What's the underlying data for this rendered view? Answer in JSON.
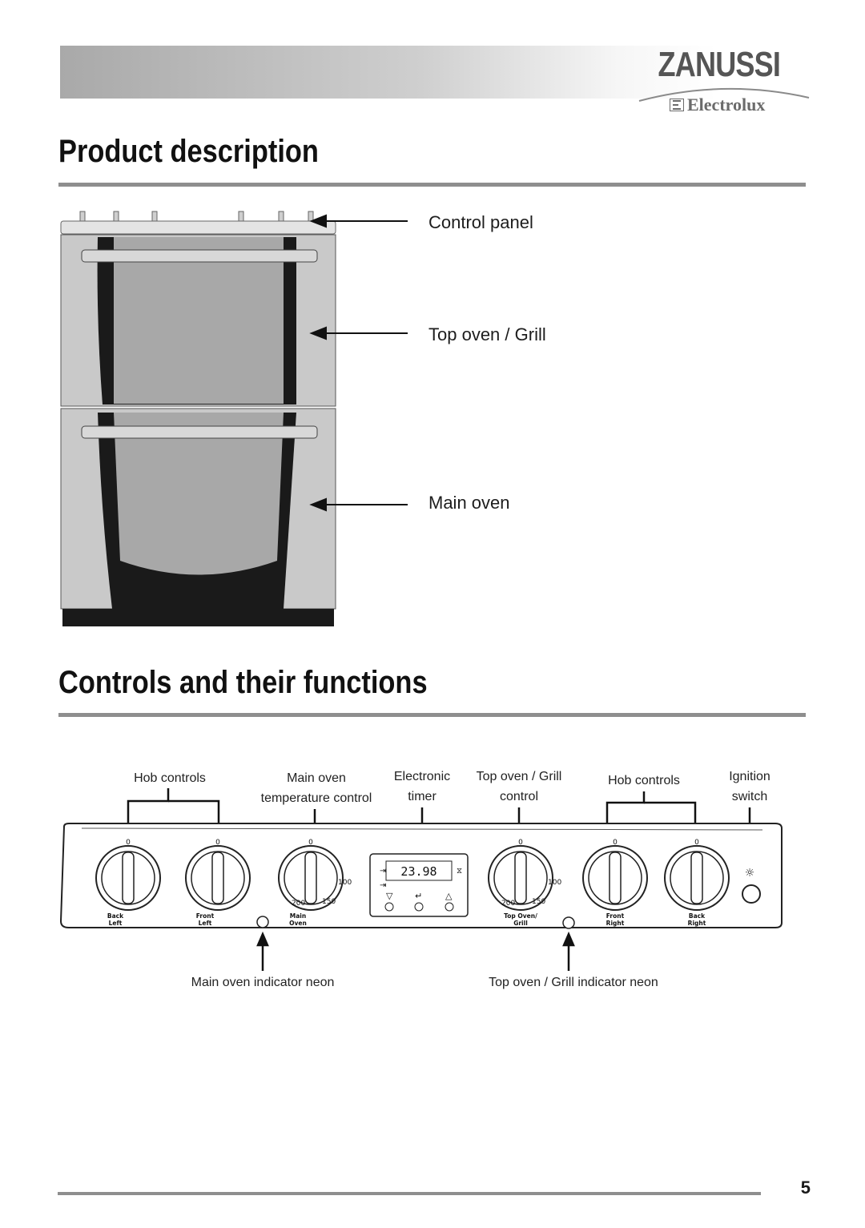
{
  "header": {
    "brand": "ZANUSSI",
    "sub_brand": "Electrolux"
  },
  "section1": {
    "title": "Product description",
    "callouts": {
      "control_panel": "Control panel",
      "top_oven": "Top oven / Grill",
      "main_oven": "Main oven"
    }
  },
  "section2": {
    "title": "Controls and their functions",
    "labels": {
      "hob_left": "Hob controls",
      "main_oven_line1": "Main oven",
      "main_oven_line2": "temperature control",
      "timer_line1": "Electronic",
      "timer_line2": "timer",
      "top_oven_line1": "Top oven / Grill",
      "top_oven_line2": "control",
      "hob_right": "Hob controls",
      "ignition_line1": "Ignition",
      "ignition_line2": "switch",
      "main_neon": "Main oven indicator neon",
      "top_neon": "Top oven / Grill indicator neon"
    },
    "panel": {
      "timer_display": "23.98",
      "knob_back_left": [
        "Back",
        "Left"
      ],
      "knob_front_left": [
        "Front",
        "Left"
      ],
      "knob_main_oven": [
        "Main",
        "Oven"
      ],
      "knob_top_oven": [
        "Top Oven/",
        "Grill"
      ],
      "knob_front_right": [
        "Front",
        "Right"
      ],
      "knob_back_right": [
        "Back",
        "Right"
      ],
      "dial_zero": "0",
      "dial_200": "200",
      "dial_150": "150",
      "dial_100": "100"
    }
  },
  "footer": {
    "page_number": "5"
  }
}
